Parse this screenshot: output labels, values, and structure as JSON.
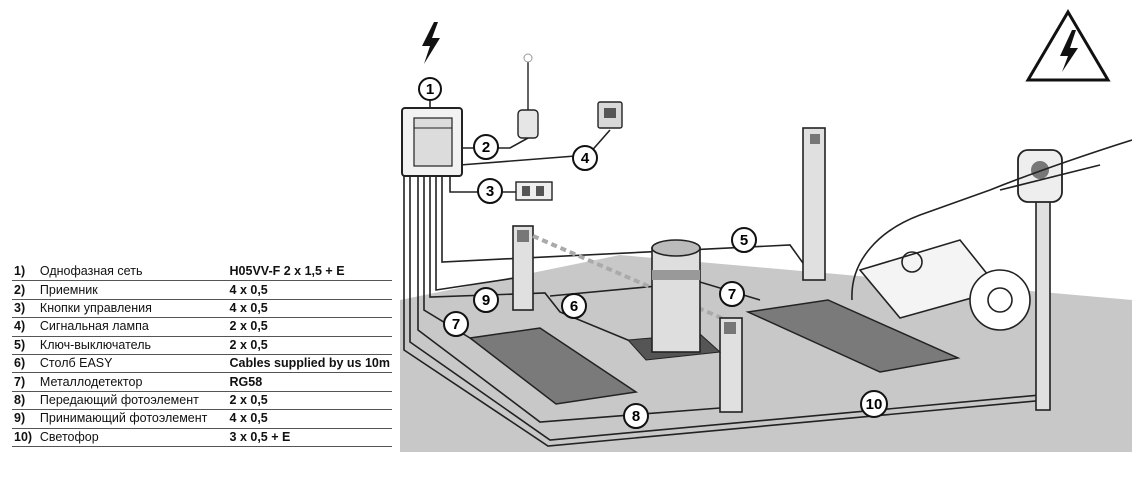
{
  "legend": [
    {
      "num": "1)",
      "desc": "Однофазная сеть",
      "cable": "H05VV-F 2 x 1,5 + E"
    },
    {
      "num": "2)",
      "desc": "Приемник",
      "cable": "4 x 0,5"
    },
    {
      "num": "3)",
      "desc": "Кнопки управления",
      "cable": "4 x 0,5"
    },
    {
      "num": "4)",
      "desc": "Сигнальная лампа",
      "cable": "2 x 0,5"
    },
    {
      "num": "5)",
      "desc": "Ключ-выключатель",
      "cable": "2 x 0,5"
    },
    {
      "num": "6)",
      "desc": "Столб EASY",
      "cable": "Cables supplied by us 10m"
    },
    {
      "num": "7)",
      "desc": "Металлодетектор",
      "cable": "RG58"
    },
    {
      "num": "8)",
      "desc": "Передающий фотоэлемент",
      "cable": "2 x 0,5"
    },
    {
      "num": "9)",
      "desc": "Принимающий фотоэлемент",
      "cable": "4 x 0,5"
    },
    {
      "num": "10)",
      "desc": "Светофор",
      "cable": "3 x 0,5 + E"
    }
  ],
  "callouts": [
    "1",
    "2",
    "3",
    "4",
    "5",
    "6",
    "7",
    "7",
    "8",
    "9",
    "10"
  ],
  "icons": {
    "power": "lightning-icon",
    "warning": "electric-hazard-warning-icon"
  },
  "colors": {
    "ground": "#c8c8c8",
    "pad": "#7a7a7a",
    "line": "#222222",
    "background": "#ffffff"
  }
}
